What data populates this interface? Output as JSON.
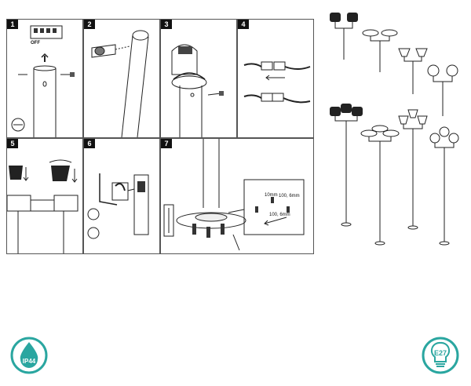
{
  "steps": [
    {
      "number": "1",
      "labels": {
        "off": "OFF"
      }
    },
    {
      "number": "2"
    },
    {
      "number": "3"
    },
    {
      "number": "4"
    },
    {
      "number": "5"
    },
    {
      "number": "6"
    },
    {
      "number": "7",
      "labels": {
        "d1": "10mm",
        "d2": "100, 6mm",
        "d3": "100, 6mm"
      }
    }
  ],
  "badges": {
    "ip": {
      "text": "IP44",
      "color": "#2aa6a0"
    },
    "bulb": {
      "text": "E27",
      "color": "#2aa6a0"
    }
  }
}
